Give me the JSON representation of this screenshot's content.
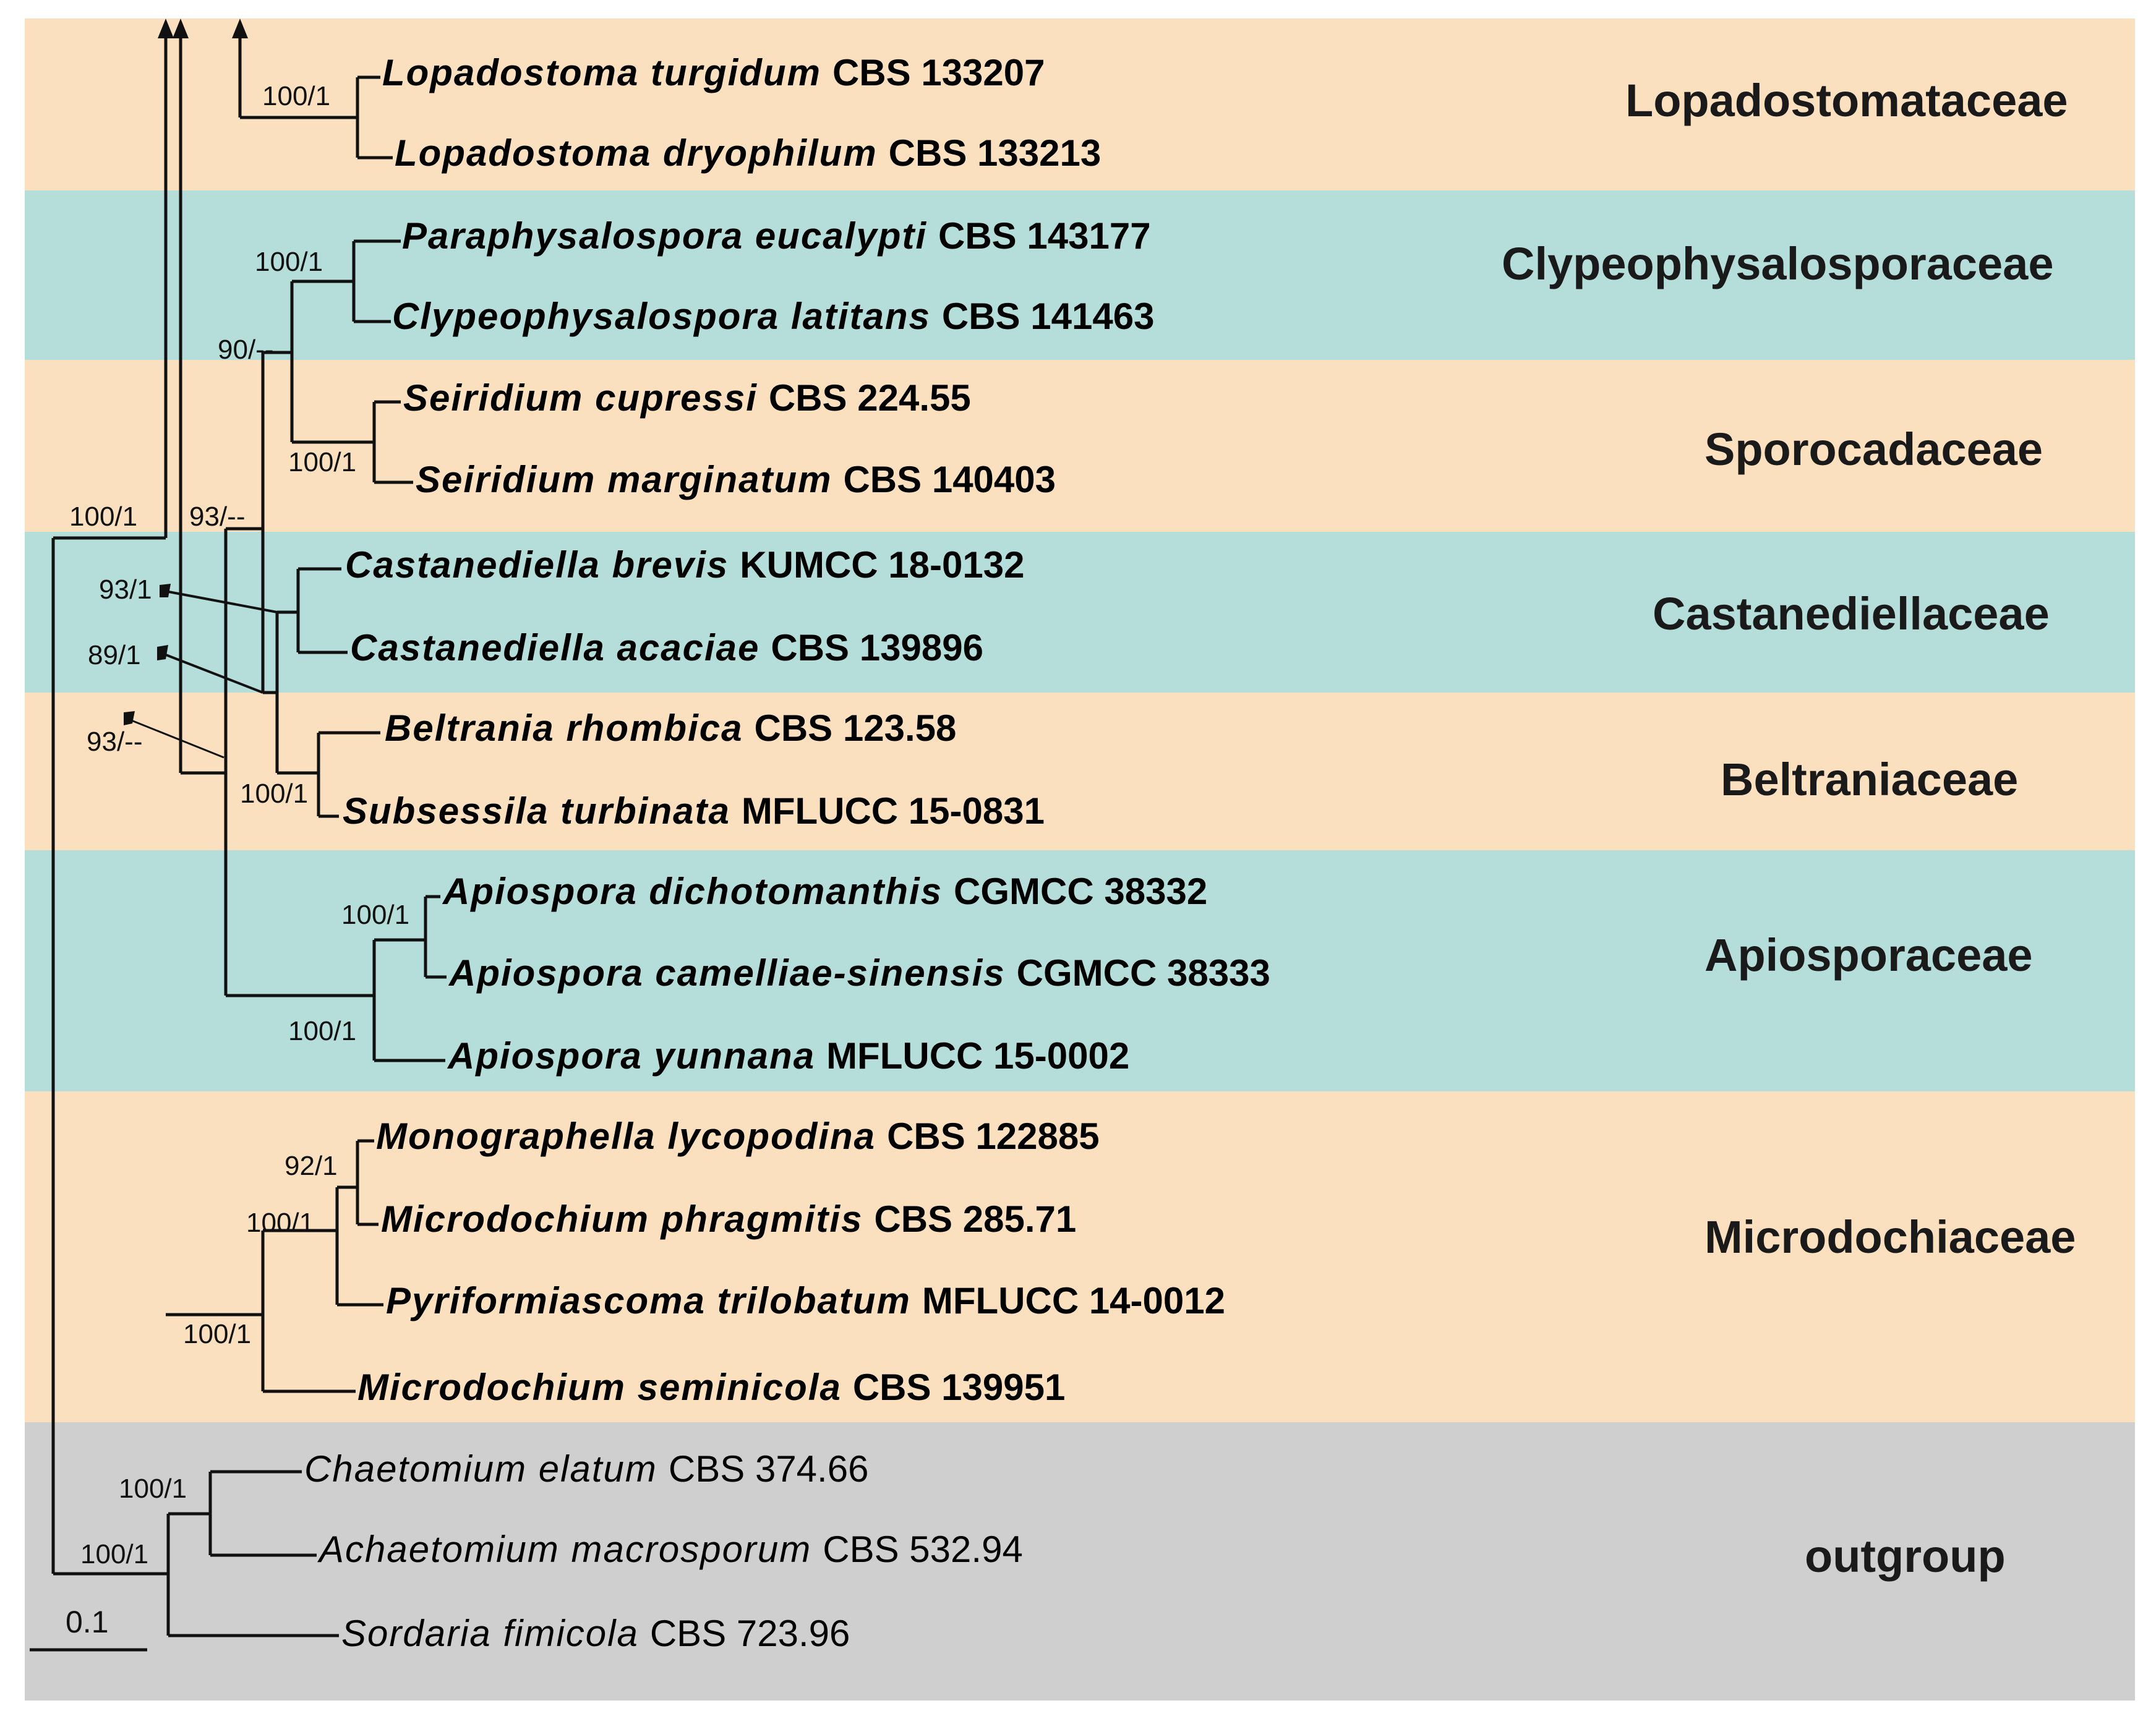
{
  "colors": {
    "band_orange": "#fbe0c0",
    "band_teal": "#b5ddd9",
    "band_grey": "#cfcfcf",
    "line": "#111111"
  },
  "families": [
    {
      "name": "Lopadostomataceae",
      "color": "band_orange"
    },
    {
      "name": "Clypeophysalosporaceae",
      "color": "band_teal"
    },
    {
      "name": "Sporocadaceae",
      "color": "band_orange"
    },
    {
      "name": "Castanediellaceae",
      "color": "band_teal"
    },
    {
      "name": "Beltraniaceae",
      "color": "band_orange"
    },
    {
      "name": "Apiosporaceae",
      "color": "band_teal"
    },
    {
      "name": "Microdochiaceae",
      "color": "band_orange"
    },
    {
      "name": "outgroup",
      "color": "band_grey"
    }
  ],
  "taxa": [
    {
      "genus_species": "Lopadostoma turgidum",
      "strain": "CBS 133207",
      "bold": true
    },
    {
      "genus_species": "Lopadostoma dryophilum",
      "strain": "CBS 133213",
      "bold": true
    },
    {
      "genus_species": "Paraphysalospora eucalypti",
      "strain": "CBS 143177",
      "bold": true
    },
    {
      "genus_species": "Clypeophysalospora latitans",
      "strain": "CBS 141463",
      "bold": true
    },
    {
      "genus_species": "Seiridium cupressi",
      "strain": "CBS 224.55",
      "bold": true
    },
    {
      "genus_species": "Seiridium marginatum",
      "strain": "CBS 140403",
      "bold": true
    },
    {
      "genus_species": "Castanediella brevis",
      "strain": "KUMCC 18-0132",
      "bold": true
    },
    {
      "genus_species": "Castanediella acaciae",
      "strain": "CBS 139896",
      "bold": true
    },
    {
      "genus_species": "Beltrania rhombica",
      "strain": "CBS 123.58",
      "bold": true
    },
    {
      "genus_species": "Subsessila turbinata",
      "strain": "MFLUCC 15-0831",
      "bold": true
    },
    {
      "genus_species": "Apiospora dichotomanthis",
      "strain": "CGMCC 38332",
      "bold": true
    },
    {
      "genus_species": "Apiospora camelliae-sinensis",
      "strain": "CGMCC 38333",
      "bold": true
    },
    {
      "genus_species": "Apiospora yunnana",
      "strain": "MFLUCC 15-0002",
      "bold": true
    },
    {
      "genus_species": "Monographella lycopodina",
      "strain": "CBS 122885",
      "bold": true
    },
    {
      "genus_species": "Microdochium phragmitis",
      "strain": "CBS 285.71",
      "bold": true
    },
    {
      "genus_species": "Pyriformiascoma trilobatum",
      "strain": "MFLUCC 14-0012",
      "bold": true
    },
    {
      "genus_species": "Microdochium seminicola",
      "strain": "CBS 139951",
      "bold": true
    },
    {
      "genus_species": "Chaetomium elatum",
      "strain": "CBS 374.66",
      "bold": false
    },
    {
      "genus_species": "Achaetomium macrosporum",
      "strain": "CBS 532.94",
      "bold": false
    },
    {
      "genus_species": "Sordaria fimicola",
      "strain": "CBS 723.96",
      "bold": false
    }
  ],
  "supports": [
    "100/1",
    "100/1",
    "90/--",
    "100/1",
    "100/1",
    "93/--",
    "93/1",
    "89/1",
    "93/--",
    "100/1",
    "100/1",
    "100/1",
    "92/1",
    "100/1",
    "100/1",
    "100/1",
    "100/1"
  ],
  "scale_bar": "0.1"
}
